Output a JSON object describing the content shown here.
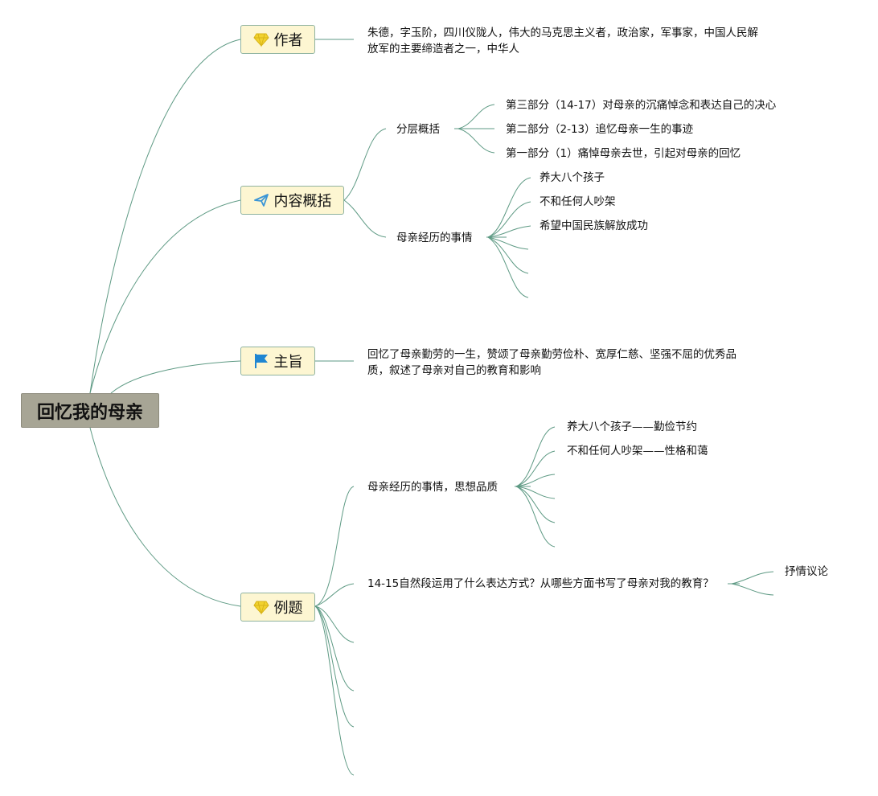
{
  "root": {
    "title": "回忆我的母亲"
  },
  "topics": {
    "author": {
      "label": "作者",
      "icon": "diamond-icon",
      "text": "朱德，字玉阶，四川仪陇人，伟大的马克思主义者，政治家，军事家，中国人民解放军的主要缔造者之一，中华人"
    },
    "content": {
      "label": "内容概括",
      "icon": "paper-plane-icon",
      "layers": {
        "label": "分层概括",
        "items": [
          "第三部分（14-17）对母亲的沉痛悼念和表达自己的决心",
          "第二部分（2-13）追忆母亲一生的事迹",
          "第一部分（1）痛悼母亲去世，引起对母亲的回忆"
        ]
      },
      "events": {
        "label": "母亲经历的事情",
        "items": [
          "养大八个孩子",
          "不和任何人吵架",
          "希望中国民族解放成功"
        ]
      }
    },
    "theme": {
      "label": "主旨",
      "icon": "flag-icon",
      "text": "回忆了母亲勤劳的一生，赞颂了母亲勤劳俭朴、宽厚仁慈、坚强不屈的优秀品质，叙述了母亲对自己的教育和影响"
    },
    "examples": {
      "label": "例题",
      "icon": "diamond-icon",
      "q1": {
        "label": "母亲经历的事情，思想品质",
        "items": [
          "养大八个孩子——勤俭节约",
          "不和任何人吵架——性格和蔼"
        ]
      },
      "q2": {
        "label": "14-15自然段运用了什么表达方式？从哪些方面书写了母亲对我的教育？",
        "items": [
          "抒情议论"
        ]
      }
    }
  },
  "colors": {
    "line": "#5e9a84",
    "root_fill": "#a7a595",
    "topic_fill": "#fdf6d2",
    "topic_border": "#8fb3a0",
    "diamond": "#f2d22e",
    "plane": "#3a95d6",
    "flag": "#1f86d2"
  }
}
